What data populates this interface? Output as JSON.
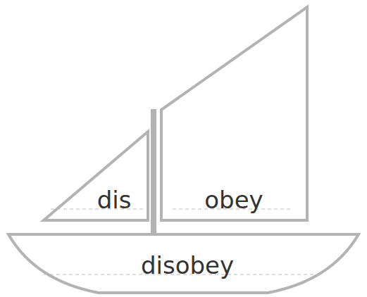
{
  "diagram": {
    "nodes": [
      {
        "text": [
          "dis"
        ]
      },
      {
        "text": [
          "obey"
        ]
      },
      {
        "text": [
          "disobey"
        ]
      }
    ]
  }
}
